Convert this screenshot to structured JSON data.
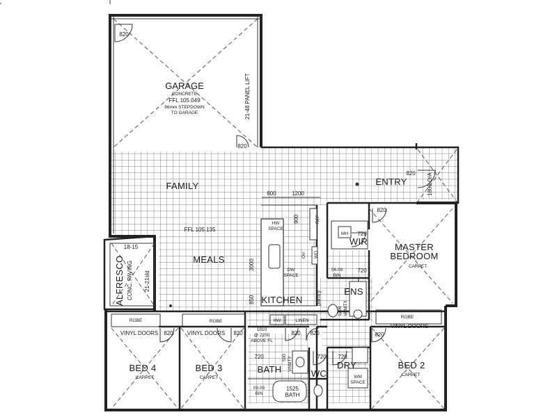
{
  "rooms": {
    "garage": "GARAGE",
    "garage_floor": "CONCRETE",
    "garage_ffl": "FFL 105.049",
    "garage_step": "86mm STEPDOWN",
    "garage_step2": "TO GARAGE",
    "panel_lift": "21-48 PANEL LIFT",
    "family": "FAMILY",
    "entry": "ENTRY",
    "ffl_main": "FFL 105.135",
    "meals": "MEALS",
    "kitchen": "KITCHEN",
    "alfresco": "ALFRESCO",
    "alfresco_floor": "CONC. PAVING",
    "master": "MASTER",
    "master2": "BEDROOM",
    "carpet": "CARPET",
    "wir": "WIR",
    "ens": "ENS",
    "bed4": "BED 4",
    "bed3": "BED 3",
    "bed2": "BED 2",
    "bath": "BATH",
    "wc": "WC",
    "dry": "DRY"
  },
  "labels": {
    "door820": "820",
    "door720": "720",
    "dim_1800": "1800 O/A",
    "dim_800": "800",
    "dim_1200": "1200",
    "dim_900": "900",
    "dim_3000": "3000",
    "dim_850": "850",
    "dim_1815": "18-15",
    "dim_2121": "21-21sld",
    "ref": "REF",
    "hw": "HW",
    "hw_space": "SPACE",
    "dw": "DW",
    "dw_space": "SPACE",
    "pantry": "pantry",
    "robe": "ROBE",
    "linen": "LINEN",
    "vinyl_doors": "VINYL DOORS",
    "vanity": "VANITY",
    "mh": "MH",
    "bin": "06.09",
    "bin2": "BIN",
    "bath_dim": "1525",
    "bath_dim2": "BATH",
    "wm": "WM",
    "wm2": "SPACE",
    "bath_note": "1810",
    "bath_note2": "@ 2250",
    "bath_note3": "ABOVE FL",
    "bin_b": "09.09",
    "bin_b2": "BIN",
    "wall_oven": "WO",
    "oven": "OV",
    "ensv": "1200",
    "vanity2": "500"
  }
}
